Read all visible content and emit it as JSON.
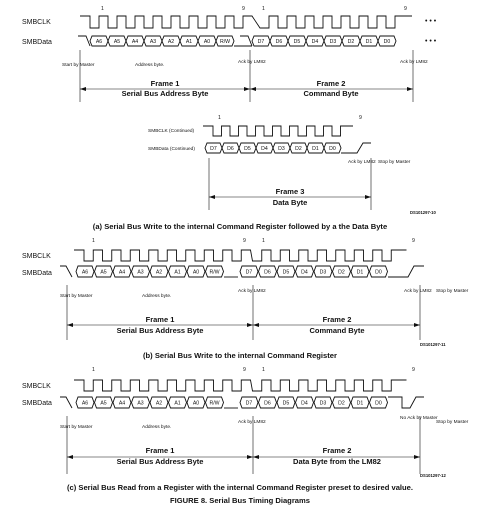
{
  "signals": {
    "clk": "SMBCLK",
    "data": "SMBData",
    "clk_cont": "SMBCLK (Continued)",
    "data_cont": "SMBData (Continued)"
  },
  "ellipsis": "• • •",
  "clock_numbers": {
    "one": "1",
    "nine": "9"
  },
  "bits": {
    "addr": [
      "A6",
      "A5",
      "A4",
      "A3",
      "A2",
      "A1",
      "A0",
      "R/W"
    ],
    "data": [
      "D7",
      "D6",
      "D5",
      "D4",
      "D3",
      "D2",
      "D1",
      "D0"
    ]
  },
  "notes": {
    "start": "Start by Master",
    "address_byte": "Address byte.",
    "ack_lm82": "Ack by LM82",
    "stop": "Stop by Master",
    "no_ack_master": "No Ack by Master"
  },
  "frames": {
    "f1": {
      "label": "Frame 1",
      "name": "Serial Bus Address Byte"
    },
    "f2a": {
      "label": "Frame 2",
      "name": "Command Byte"
    },
    "f3": {
      "label": "Frame 3",
      "name": "Data Byte"
    },
    "f2c": {
      "label": "Frame 2",
      "name": "Data Byte from the LM82"
    }
  },
  "codes": {
    "a": "DS101297-10",
    "b": "DS101297-11",
    "c": "DS101297-12"
  },
  "captions": {
    "a": "(a) Serial Bus Write to the internal Command Register followed by a the Data Byte",
    "b": "(b) Serial Bus Write to the internal Command Register",
    "c": "(c) Serial Bus Read from a Register with the internal Command Register preset to desired value.",
    "figure": "FIGURE 8. Serial Bus Timing Diagrams"
  },
  "colors": {
    "ink": "#111111",
    "background": "#ffffff"
  }
}
